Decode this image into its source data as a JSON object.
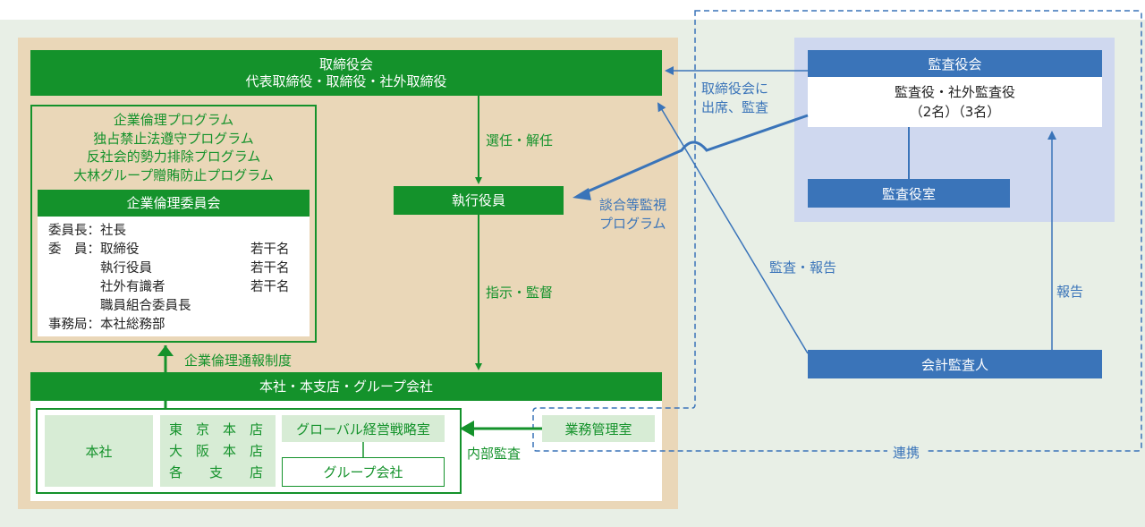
{
  "board": {
    "title": "取締役会",
    "members": "代表取締役・取締役・社外取締役"
  },
  "ethics_programs": [
    "企業倫理プログラム",
    "独占禁止法遵守プログラム",
    "反社会的勢力排除プログラム",
    "大林グループ贈賄防止プログラム"
  ],
  "ethics_committee": {
    "title": "企業倫理委員会",
    "rows": [
      {
        "role": "委員長：",
        "name": "社長",
        "count": ""
      },
      {
        "role": "委　員：",
        "name": "取締役",
        "count": "若干名"
      },
      {
        "role": "",
        "name": "執行役員",
        "count": "若干名"
      },
      {
        "role": "",
        "name": "社外有識者",
        "count": "若干名"
      },
      {
        "role": "",
        "name": "職員組合委員長",
        "count": ""
      },
      {
        "role": "事務局：",
        "name": "本社総務部",
        "count": ""
      }
    ]
  },
  "labels": {
    "appoint": "選任・解任",
    "instruct": "指示・監督",
    "whistle": "企業倫理通報制度",
    "attend": [
      "取締役会に",
      "出席、監査"
    ],
    "collusion": [
      "談合等監視",
      "プログラム"
    ],
    "audit_report": "監査・報告",
    "report": "報告",
    "internal_audit": "内部監査",
    "cooperation": "連携"
  },
  "officers": "執行役員",
  "company": {
    "title": "本社・本支店・グループ会社",
    "hq": "本社",
    "branches": [
      "東　京　本　店",
      "大　阪　本　店",
      "各　　支　　店"
    ],
    "global": "グローバル経営戦略室",
    "group": "グループ会社",
    "ops": "業務管理室"
  },
  "auditors": {
    "title": "監査役会",
    "members": "監査役・社外監査役",
    "counts": "（2名）（3名）",
    "office": "監査役室",
    "accounting": "会計監査人"
  },
  "colors": {
    "green": "#14922b",
    "blue": "#3a74b9",
    "tan": "#ead7b8",
    "light_green_bg": "#e8efe6",
    "light_blue_bg": "#cfd8ef"
  }
}
